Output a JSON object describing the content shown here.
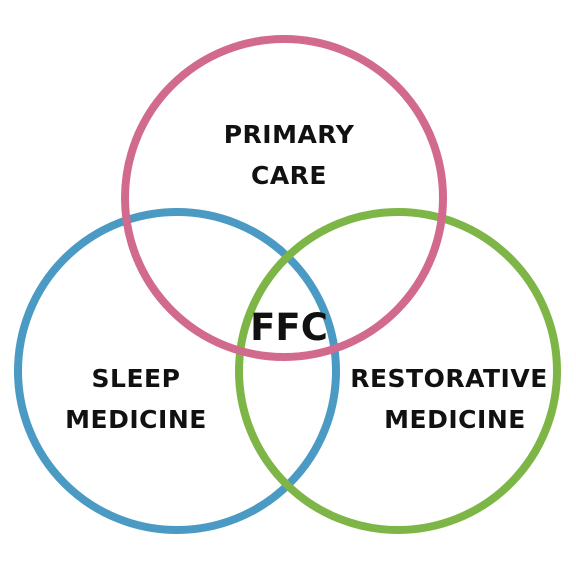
{
  "diagram": {
    "center_label": "FFC",
    "sets": [
      {
        "id": "primary-care",
        "lines": [
          "PRIMARY",
          "CARE"
        ],
        "color": "#d16a8c"
      },
      {
        "id": "sleep-medicine",
        "lines": [
          "SLEEP",
          "MEDICINE"
        ],
        "color": "#4b9ac4"
      },
      {
        "id": "restorative-medicine",
        "lines": [
          "RESTORATIVE",
          "MEDICINE"
        ],
        "color": "#7db546"
      }
    ]
  }
}
